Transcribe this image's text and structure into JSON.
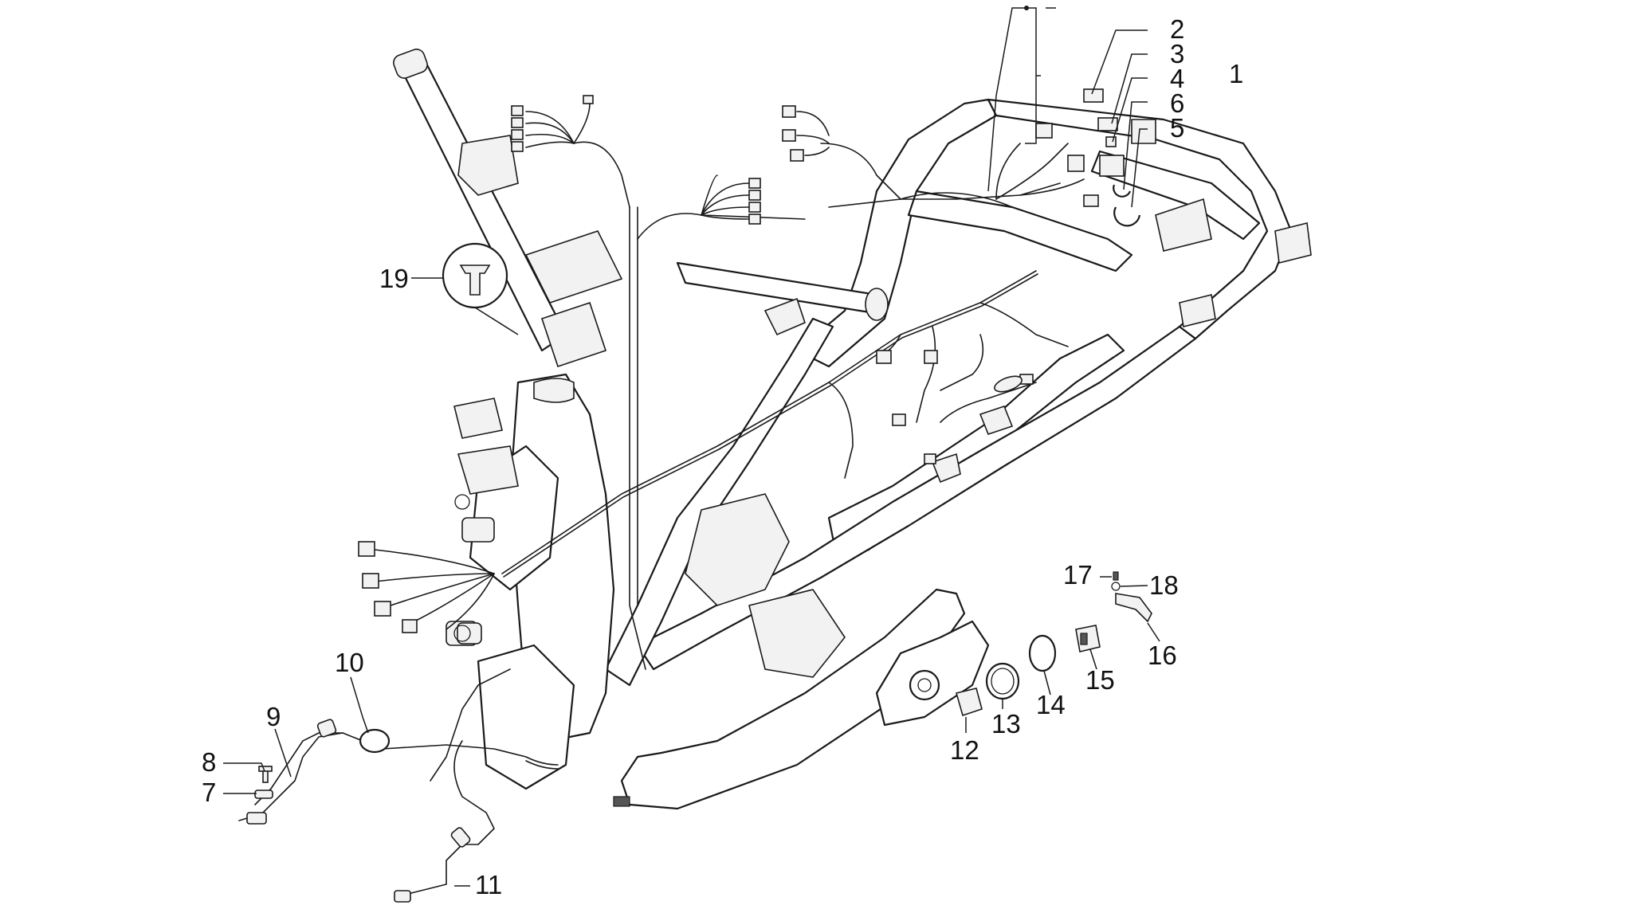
{
  "callouts": [
    {
      "id": "1",
      "label": "1"
    },
    {
      "id": "2",
      "label": "2"
    },
    {
      "id": "3",
      "label": "3"
    },
    {
      "id": "4",
      "label": "4"
    },
    {
      "id": "5",
      "label": "5"
    },
    {
      "id": "6",
      "label": "6"
    },
    {
      "id": "7",
      "label": "7"
    },
    {
      "id": "8",
      "label": "8"
    },
    {
      "id": "9",
      "label": "9"
    },
    {
      "id": "10",
      "label": "10"
    },
    {
      "id": "11",
      "label": "11"
    },
    {
      "id": "12",
      "label": "12"
    },
    {
      "id": "13",
      "label": "13"
    },
    {
      "id": "14",
      "label": "14"
    },
    {
      "id": "15",
      "label": "15"
    },
    {
      "id": "16",
      "label": "16"
    },
    {
      "id": "17",
      "label": "17"
    },
    {
      "id": "18",
      "label": "18"
    },
    {
      "id": "19",
      "label": "19"
    }
  ],
  "colors": {
    "line": "#1a1a1a",
    "background": "#ffffff"
  }
}
